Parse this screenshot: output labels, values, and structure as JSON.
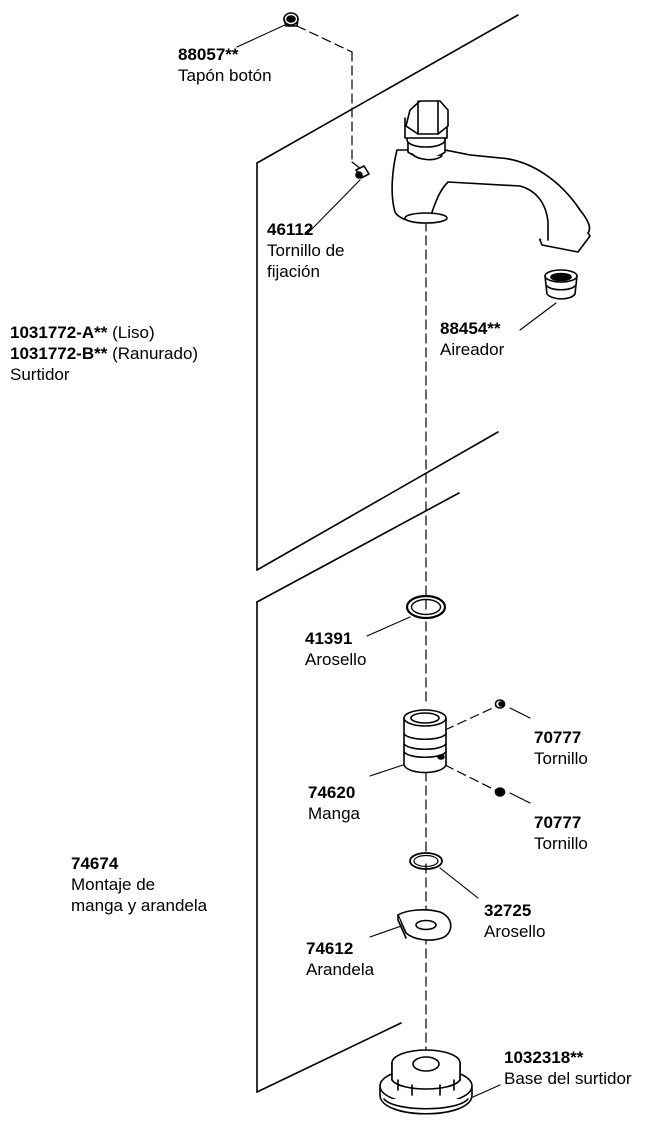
{
  "parts": [
    {
      "id": "tapon",
      "number": "88057**",
      "name": "Tapón botón"
    },
    {
      "id": "tornillo-fijacion",
      "number": "46112",
      "name_lines": [
        "Tornillo de",
        "fijación"
      ]
    },
    {
      "id": "aireador",
      "number": "88454**",
      "name": "Aireador"
    },
    {
      "id": "surtidor",
      "variants": [
        {
          "number": "1031772-A**",
          "finish": "(Liso)"
        },
        {
          "number": "1031772-B**",
          "finish": "(Ranurado)"
        }
      ],
      "name": "Surtidor"
    },
    {
      "id": "arosello-1",
      "number": "41391",
      "name": "Arosello"
    },
    {
      "id": "tornillo-1",
      "number": "70777",
      "name": "Tornillo"
    },
    {
      "id": "manga",
      "number": "74620",
      "name": "Manga"
    },
    {
      "id": "tornillo-2",
      "number": "70777",
      "name": "Tornillo"
    },
    {
      "id": "montaje",
      "number": "74674",
      "name_lines": [
        "Montaje de",
        "manga y arandela"
      ]
    },
    {
      "id": "arosello-2",
      "number": "32725",
      "name": "Arosello"
    },
    {
      "id": "arandela",
      "number": "74612",
      "name": "Arandela"
    },
    {
      "id": "base",
      "number": "1032318**",
      "name": "Base del surtidor"
    }
  ]
}
